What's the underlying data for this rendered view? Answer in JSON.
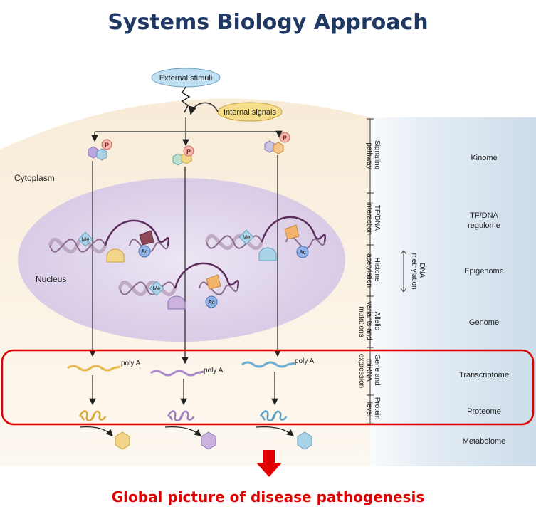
{
  "title": "Systems Biology Approach",
  "caption": "Global picture of disease pathogenesis",
  "stimuli": {
    "external": "External stimuli",
    "internal": "Internal signals"
  },
  "compartments": {
    "cytoplasm": "Cytoplasm",
    "nucleus": "Nucleus"
  },
  "marks": {
    "phospho": "P",
    "methyl": "Me",
    "acetyl": "Ac",
    "polya": "poly A"
  },
  "colors": {
    "yellow": "#f3d58a",
    "lilac": "#cbb3de",
    "blue": "#a9d3e6",
    "highlight": "#e00000"
  },
  "levels": [
    {
      "process": [
        "Signaling",
        "pathway"
      ],
      "ome": [
        "Kinome"
      ]
    },
    {
      "process": [
        "TF/DNA",
        "interaction"
      ],
      "ome": [
        "TF/DNA",
        "regulome"
      ]
    },
    {
      "process": [
        "Histone",
        "acetylation"
      ],
      "side": [
        "DNA",
        "methylation"
      ],
      "ome": [
        "Epigenome"
      ]
    },
    {
      "process": [
        "Allelic",
        "variants and",
        "mutations"
      ],
      "ome": [
        "Genome"
      ]
    },
    {
      "process": [
        "Gene and",
        "miRNA",
        "expression"
      ],
      "ome": [
        "Transcriptome"
      ]
    },
    {
      "process": [
        "Protein",
        "level"
      ],
      "ome": [
        "Proteome"
      ]
    },
    {
      "process": [],
      "ome": [
        "Metabolome"
      ]
    }
  ]
}
